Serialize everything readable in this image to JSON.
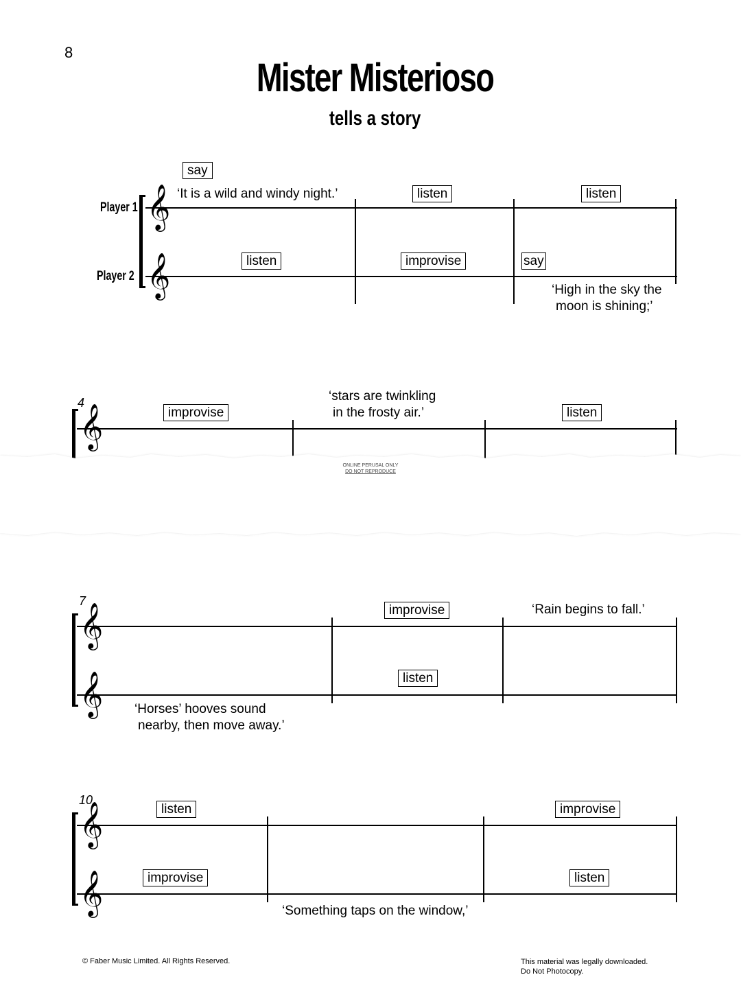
{
  "page": {
    "number": "8",
    "title": "Mister Misterioso",
    "subtitle": "tells a story"
  },
  "players": {
    "player1": "Player 1",
    "player2": "Player 2"
  },
  "system1": {
    "p1": {
      "say": "say",
      "say_text": "‘It is a wild and windy night.’",
      "m2": "listen",
      "m3": "listen"
    },
    "p2": {
      "m1": "listen",
      "m2": "improvise",
      "m3": "say",
      "say_text_line1": "‘High in the sky the",
      "say_text_line2": "moon is shining;’"
    }
  },
  "system2": {
    "measure_number": "4",
    "p1": {
      "m1": "improvise",
      "say_text_line1": "‘stars are twinkling",
      "say_text_line2": "in the frosty air.’",
      "m3": "listen"
    }
  },
  "watermark": {
    "line1": "ONLINE PERUSAL ONLY",
    "line2": "DO NOT REPRODUCE"
  },
  "system3": {
    "measure_number": "7",
    "p1": {
      "m2": "improvise",
      "say_text": "‘Rain begins to fall.’"
    },
    "p2": {
      "m2": "listen",
      "say_text_line1": "‘Horses’ hooves sound",
      "say_text_line2": "nearby, then move away.’"
    }
  },
  "system4": {
    "measure_number": "10",
    "p1": {
      "m1": "listen",
      "m3": "improvise"
    },
    "p2": {
      "m1": "improvise",
      "m3": "listen",
      "say_text": "‘Something taps on the window,’"
    }
  },
  "footer": {
    "copyright": "© Faber Music Limited. All Rights Reserved.",
    "legal_line1": "This material was legally downloaded.",
    "legal_line2": "Do Not Photocopy."
  }
}
